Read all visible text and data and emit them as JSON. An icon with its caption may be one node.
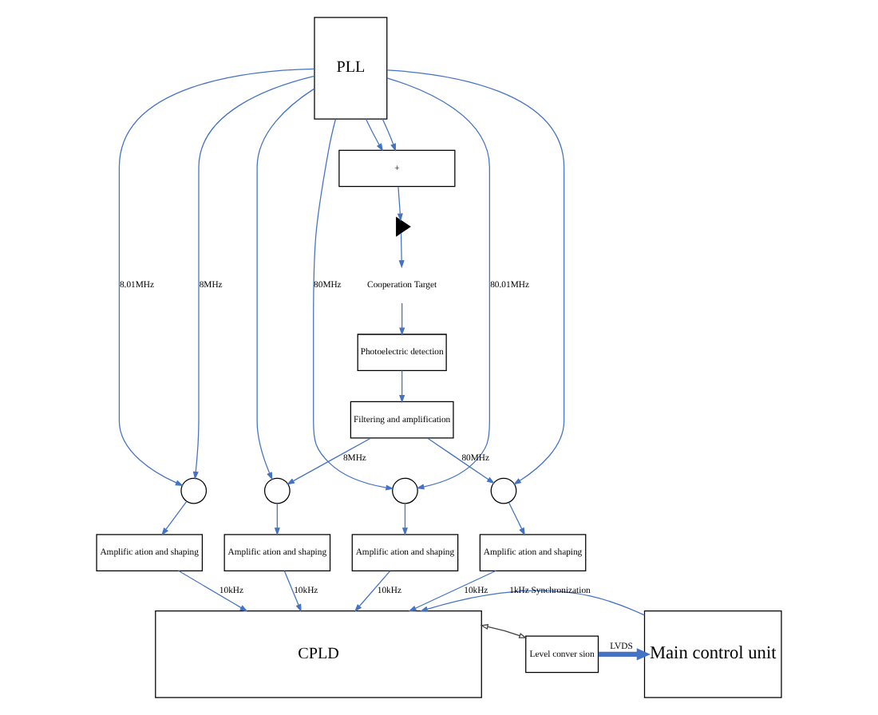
{
  "diagram": {
    "nodes": [
      {
        "text": [
          "PLL"
        ]
      },
      {
        "text": [
          "+"
        ]
      },
      {
        "text": [],
        "shape": "diode"
      },
      {
        "text": [
          "Cooperation Target"
        ]
      },
      {
        "text": [
          "Photoelectric detection"
        ]
      },
      {
        "text": [
          "Filtering and amplification"
        ]
      },
      {
        "text": [],
        "shape": "circle"
      },
      {
        "text": [],
        "shape": "circle"
      },
      {
        "text": [],
        "shape": "circle"
      },
      {
        "text": [],
        "shape": "circle"
      },
      {
        "text": [
          "Amplific ation and shaping"
        ]
      },
      {
        "text": [
          "Amplific ation and shaping"
        ]
      },
      {
        "text": [
          "Amplific ation and shaping"
        ]
      },
      {
        "text": [
          "Amplific ation and shaping"
        ]
      },
      {
        "text": [
          "CPLD"
        ]
      },
      {
        "text": [
          "Main control unit"
        ]
      },
      {
        "text": [
          "Level conver sion"
        ]
      }
    ],
    "edges": [
      {
        "from": 0,
        "to": 6,
        "arrow": "to",
        "label": "8.01MHz"
      },
      {
        "from": 0,
        "to": 7,
        "arrow": "to"
      },
      {
        "from": 0,
        "to": 6,
        "arrow": "to",
        "label": "8MHz"
      },
      {
        "from": 0,
        "to": 1,
        "arrow": "to"
      },
      {
        "from": 0,
        "to": 8,
        "arrow": "to",
        "label": "80.01MHz"
      },
      {
        "from": 0,
        "to": 9,
        "arrow": "to"
      },
      {
        "from": 0,
        "to": 8,
        "arrow": "to",
        "label": "80MHz"
      },
      {
        "from": 0,
        "to": 1,
        "arrow": "to"
      },
      {
        "from": 1,
        "to": 2,
        "arrow": "to"
      },
      {
        "from": 2,
        "to": 3,
        "arrow": "to"
      },
      {
        "from": 3,
        "to": 4,
        "arrow": "to"
      },
      {
        "from": 4,
        "to": 5,
        "arrow": "to"
      },
      {
        "from": 5,
        "to": 7,
        "arrow": "to",
        "label": "8MHz"
      },
      {
        "from": 5,
        "to": 9,
        "arrow": "to",
        "label": "80MHz"
      },
      {
        "from": 6,
        "to": 10,
        "arrow": "to"
      },
      {
        "from": 7,
        "to": 11,
        "arrow": "to"
      },
      {
        "from": 8,
        "to": 12,
        "arrow": "to"
      },
      {
        "from": 9,
        "to": 13,
        "arrow": "to"
      },
      {
        "from": 10,
        "to": 14,
        "arrow": "to",
        "label": "10kHz"
      },
      {
        "from": 11,
        "to": 14,
        "arrow": "to",
        "label": "10kHz"
      },
      {
        "from": 12,
        "to": 14,
        "arrow": "to",
        "label": "10kHz"
      },
      {
        "from": 13,
        "to": 14,
        "arrow": "to",
        "label": "10kHz"
      },
      {
        "from": 14,
        "to": 16,
        "arrow": "both",
        "color": "#404040"
      },
      {
        "from": 16,
        "to": 15,
        "arrow": "to",
        "label": "LVDS",
        "style": "thick"
      },
      {
        "from": 15,
        "to": 14,
        "arrow": "to",
        "label": "1kHz Synchronization"
      }
    ]
  }
}
